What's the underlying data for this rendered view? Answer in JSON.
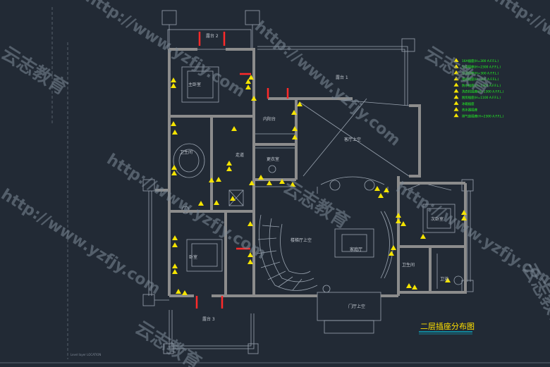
{
  "drawing": {
    "title": "二层插座分布图",
    "rooms": {
      "balcony_top_left": "露台 2",
      "master_bedroom": "主卧室",
      "balcony_top_right": "露台 1",
      "inner_balcony": "内阳台",
      "master_bath": "卫生间",
      "hallway": "走道",
      "dressing_room": "更衣室",
      "living_upper": "客厅上空",
      "stair_hall_upper": "楼梯厅上空",
      "family_room": "家庭厅",
      "bedroom_left": "卧室",
      "bedroom_right": "次卧室",
      "toilet_right": "卫生间",
      "bath_right": "卫浴",
      "entry_upper": "门厅上空",
      "terrace_bottom": "露台 3"
    },
    "legend": [
      "16A插座(H=300 A.F.F.L.)",
      "空调插座(H=2300 A.F.F.L.)",
      "空调插座(H=300 A.F.F.L.)",
      "电视插座(H=300 A.F.F.L.)",
      "防水插座(H=1300 A.F.F.L.)",
      "洗衣机插座(H=1300 A.F.F.L.)",
      "厨房插座(H=1100 A.F.F.L.)",
      "冰箱插座",
      "热水器插座",
      "排气扇插座(H=2300 A.F.F.L.)"
    ],
    "footer_note": "Level layer LOCATION",
    "colors": {
      "background": "#222a35",
      "wall": "#8c8c8c",
      "thin_line": "#9aa4b0",
      "socket": "#f5e400",
      "door": "#ff2a2a",
      "legend_text": "#22ff22",
      "title": "#ffe000",
      "title_underline": "#00e0ff"
    }
  },
  "watermark": {
    "url": "http://www.yzfjy.com",
    "brand": "云志教育"
  }
}
